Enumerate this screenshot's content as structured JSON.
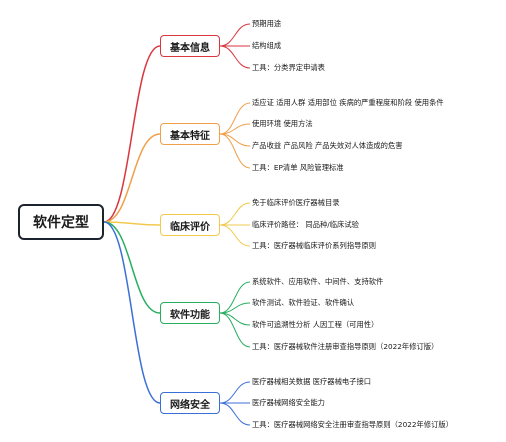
{
  "root": {
    "label": "软件定型"
  },
  "branches": [
    {
      "label": "基本信息",
      "color": "#d9363e",
      "leaves": [
        "预期用途",
        "结构组成",
        "工具：分类界定申请表"
      ]
    },
    {
      "label": "基本特征",
      "color": "#f0a04b",
      "leaves": [
        "适应证 适用人群 适用部位 疾病的严重程度和阶段 使用条件",
        "使用环境 使用方法",
        "产品收益 产品风险 产品失效对人体造成的危害",
        "工具：EP清单 风险管理标准"
      ]
    },
    {
      "label": "临床评价",
      "color": "#f2c94c",
      "leaves": [
        "免于临床评价医疗器械目录",
        "临床评价路径：    同品种/临床试验",
        "工具：医疗器械临床评价系列指导原则"
      ]
    },
    {
      "label": "软件功能",
      "color": "#27ae60",
      "leaves": [
        "系统软件、应用软件、中间件、支持软件",
        "软件测试、软件验证、软件确认",
        "软件可追溯性分析 人因工程（可用性）",
        "工具：医疗器械软件注册审查指导原则（2022年修订版）"
      ]
    },
    {
      "label": "网络安全",
      "color": "#3b6fd8",
      "leaves": [
        "医疗器械相关数据 医疗器械电子接口",
        "医疗器械网络安全能力",
        "工具：医疗器械网络安全注册审查指导原则（2022年修订版）"
      ]
    }
  ]
}
